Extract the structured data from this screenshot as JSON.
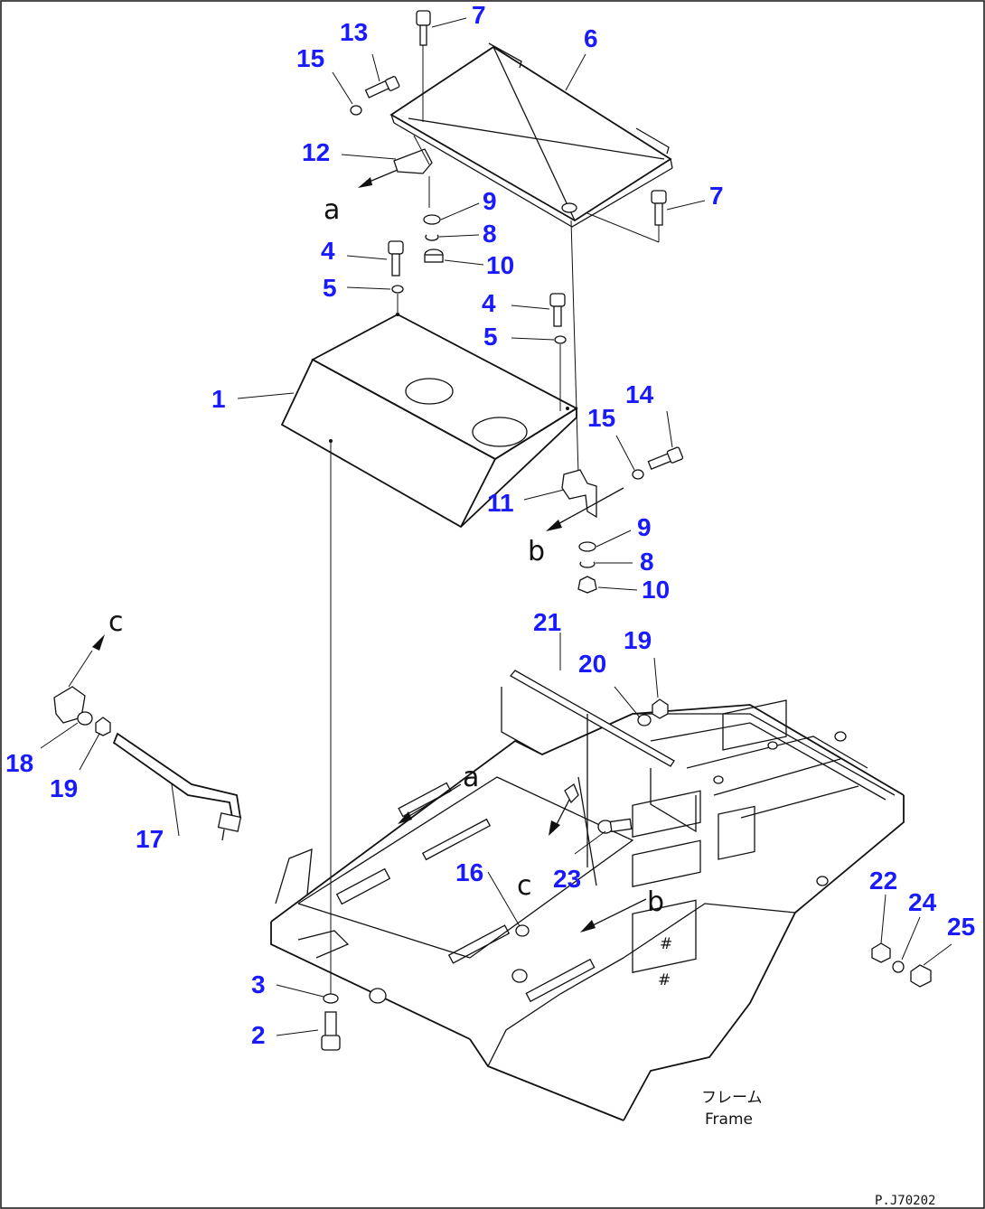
{
  "diagram": {
    "callouts": {
      "c1": "1",
      "c2": "2",
      "c3": "3",
      "c4a": "4",
      "c4b": "4",
      "c5a": "5",
      "c5b": "5",
      "c6": "6",
      "c7a": "7",
      "c7b": "7",
      "c8a": "8",
      "c8b": "8",
      "c9a": "9",
      "c9b": "9",
      "c10a": "10",
      "c10b": "10",
      "c11": "11",
      "c12": "12",
      "c13": "13",
      "c14": "14",
      "c15a": "15",
      "c15b": "15",
      "c16": "16",
      "c17": "17",
      "c18": "18",
      "c19a": "19",
      "c19b": "19",
      "c20": "20",
      "c21": "21",
      "c22": "22",
      "c23": "23",
      "c24": "24",
      "c25": "25"
    },
    "view_letters": {
      "a_top": "a",
      "a_frame": "a",
      "b_top": "b",
      "b_frame": "b",
      "c_top": "c",
      "c_frame": "c"
    },
    "frame_caption_jp": "フレーム",
    "frame_caption_en": "Frame",
    "drawing_number": "P.J70202",
    "colors": {
      "callout": "#1a1aff",
      "line": "#111111",
      "background": "#ffffff"
    }
  }
}
